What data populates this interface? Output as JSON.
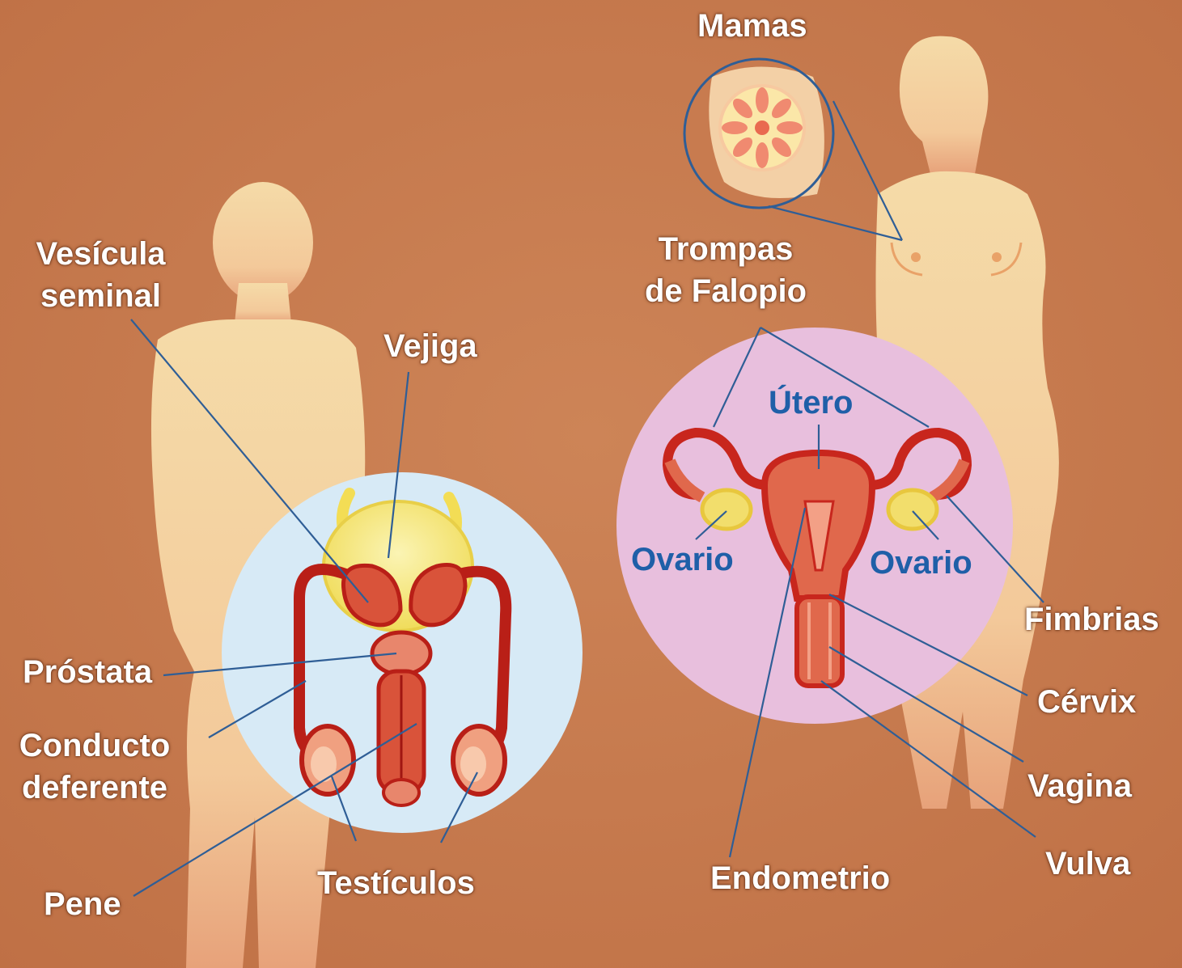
{
  "colors": {
    "background": "#c87b4f",
    "silhouette": "#f5d9a6",
    "male_circle": "#d7eaf6",
    "female_circle": "#e8bfdd",
    "organ_red": "#c8261d",
    "organ_fill": "#e0684c",
    "ovary": "#f2de6c",
    "leader_line": "#2f5e96",
    "label_white": "#ffffff",
    "label_blue": "#1f5fa8"
  },
  "male": {
    "vesicula_seminal": [
      "Vesícula",
      "seminal"
    ],
    "vejiga": "Vejiga",
    "prostata": "Próstata",
    "conducto_deferente": [
      "Conducto",
      "deferente"
    ],
    "pene": "Pene",
    "testiculos": "Testículos"
  },
  "female": {
    "mamas": "Mamas",
    "trompas_de_falopio": [
      "Trompas",
      "de Falopio"
    ],
    "utero": "Útero",
    "ovario_left": "Ovario",
    "ovario_right": "Ovario",
    "fimbrias": "Fimbrias",
    "cervix": "Cérvix",
    "vagina": "Vagina",
    "vulva": "Vulva",
    "endometrio": "Endometrio"
  }
}
